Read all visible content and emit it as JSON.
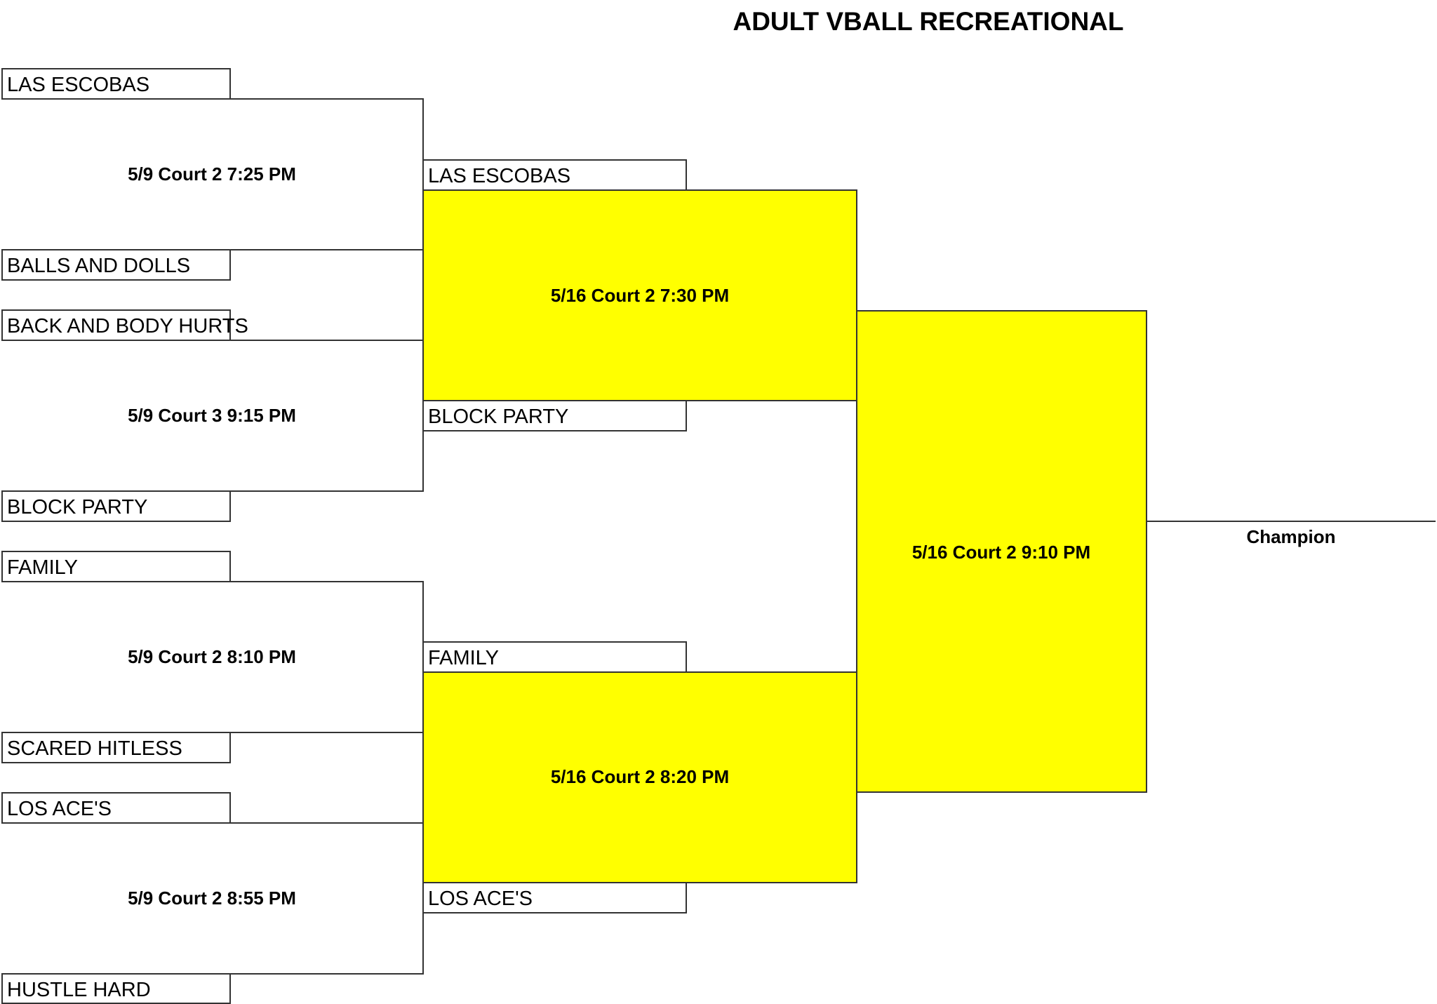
{
  "title": "ADULT VBALL RECREATIONAL",
  "colors": {
    "highlight": "#ffff00",
    "line": "#333333",
    "background": "#ffffff"
  },
  "round1": {
    "teams": [
      "LAS ESCOBAS",
      "BALLS AND DOLLS",
      "BACK AND BODY HURTS",
      "BLOCK PARTY",
      "FAMILY",
      "SCARED HITLESS",
      "LOS ACE'S",
      "HUSTLE HARD"
    ],
    "games": [
      "5/9 Court 2 7:25 PM",
      "5/9 Court 3 9:15 PM",
      "5/9 Court 2 8:10 PM",
      "5/9 Court 2 8:55 PM"
    ]
  },
  "round2": {
    "teams": [
      "LAS ESCOBAS",
      "BLOCK PARTY",
      "FAMILY",
      "LOS ACE'S"
    ],
    "games": [
      "5/16 Court 2 7:30 PM",
      "5/16 Court 2 8:20 PM"
    ]
  },
  "final": {
    "game": "5/16 Court 2 9:10 PM",
    "champion_label": "Champion"
  }
}
